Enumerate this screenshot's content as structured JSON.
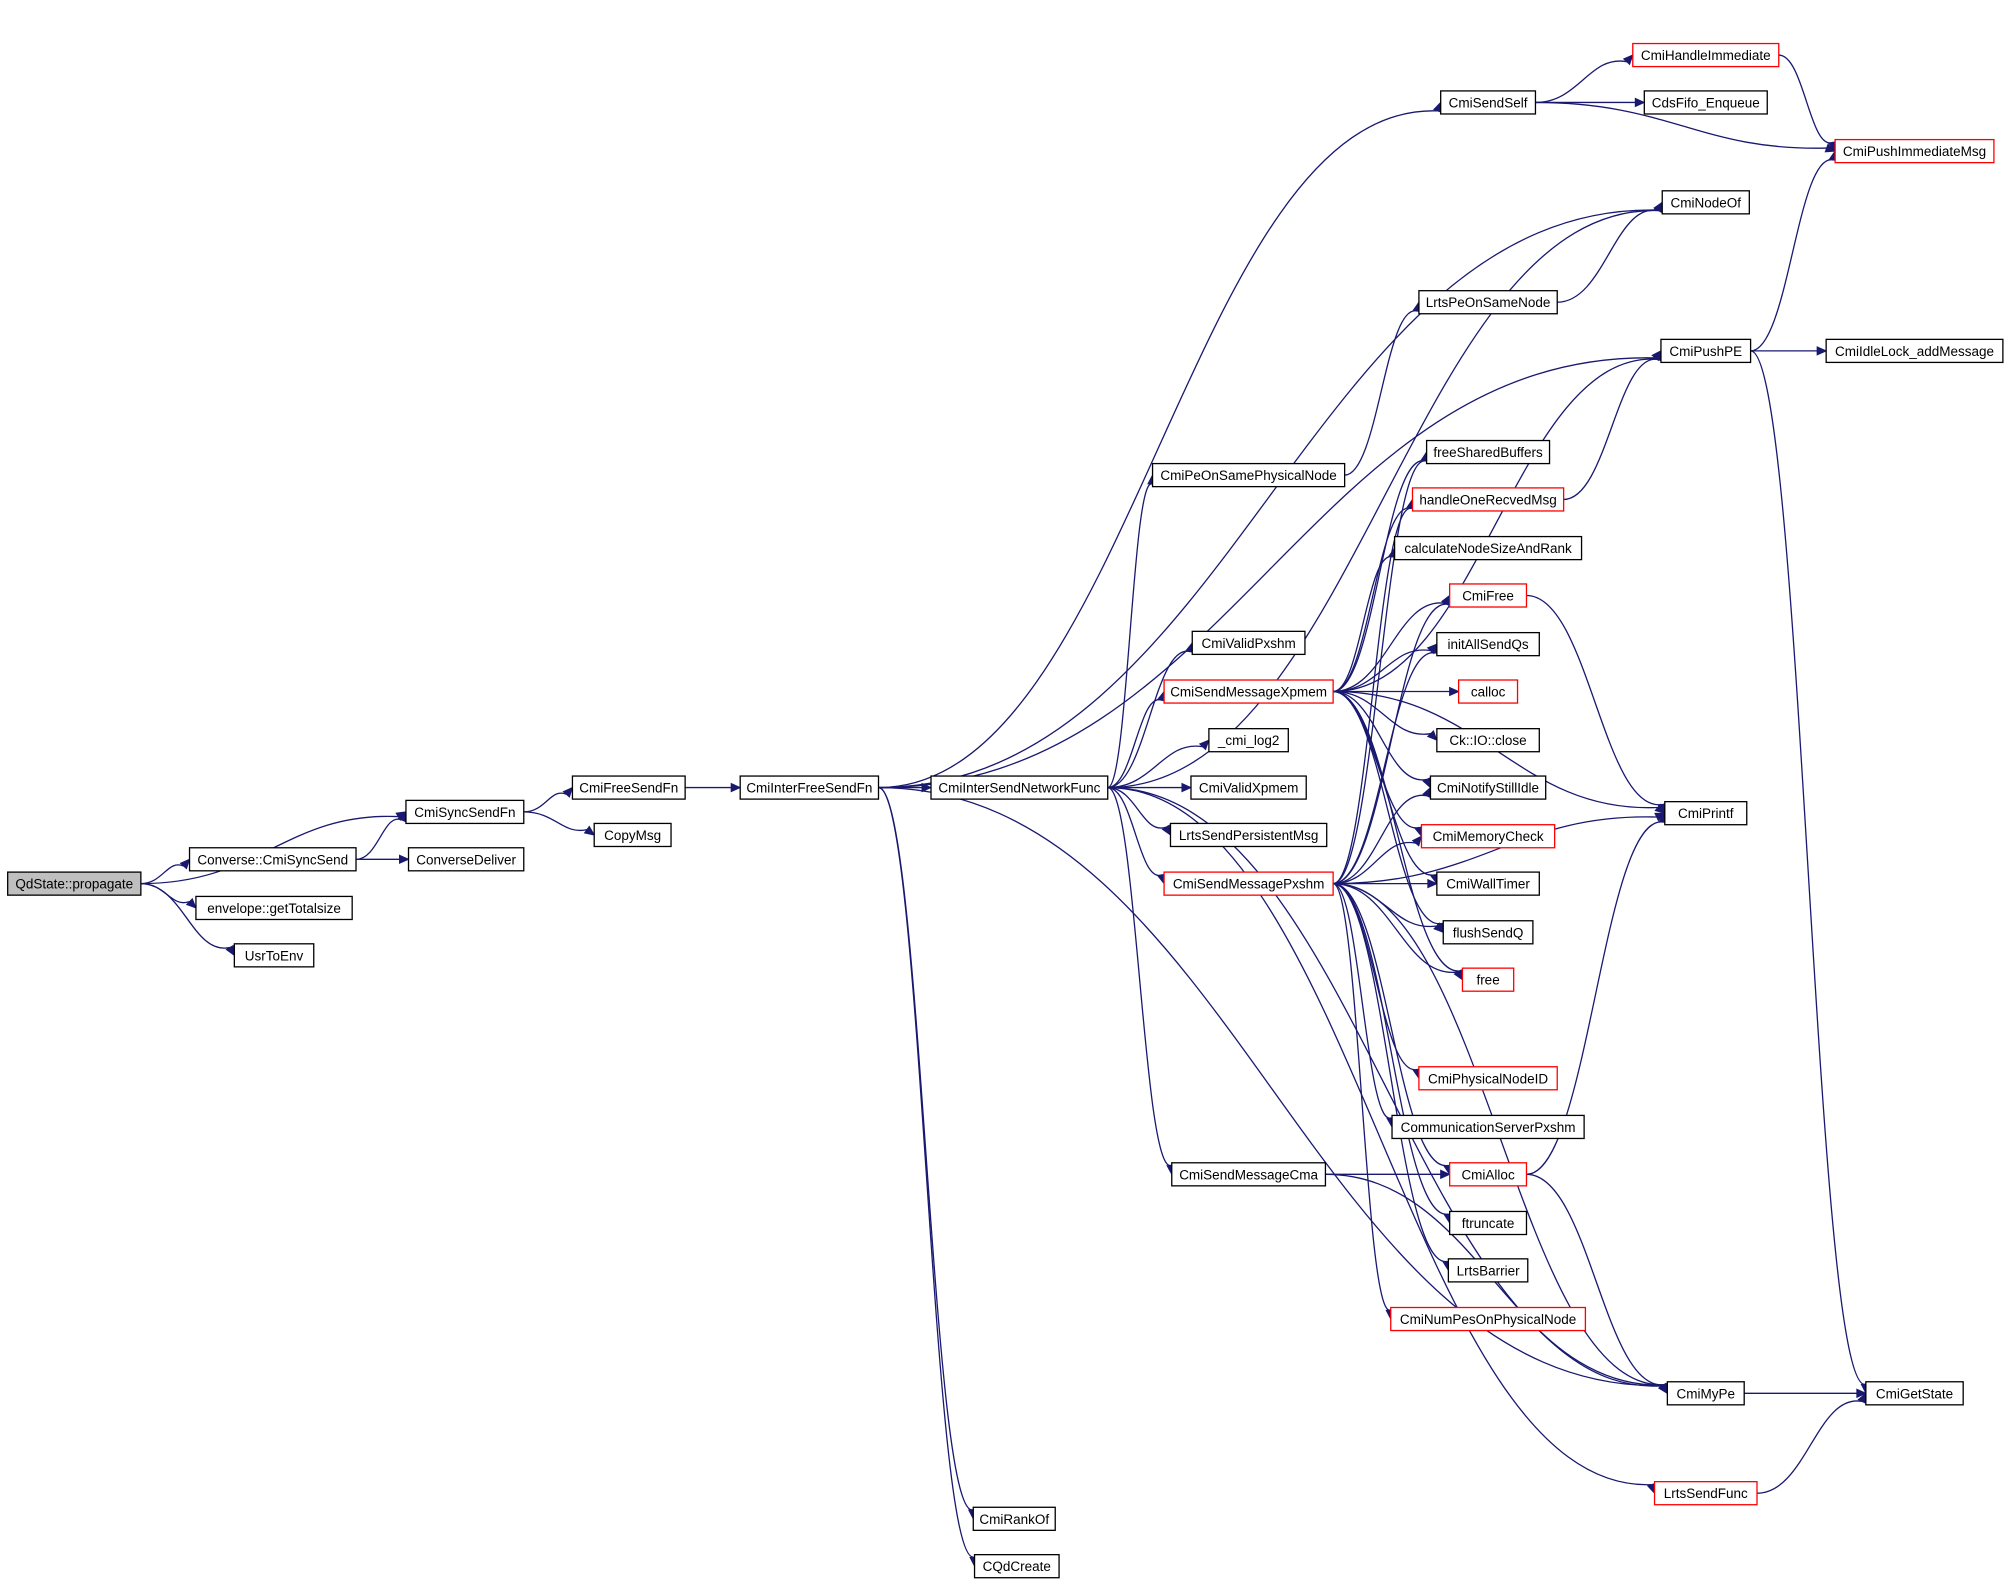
{
  "graph": {
    "root": "QdState::propagate",
    "nodes": [
      {
        "id": "qdstate_propagate",
        "label": "QdState::propagate",
        "style": "root"
      },
      {
        "id": "cmisyncsendfn",
        "label": "CmiSyncSendFn",
        "style": "normal"
      },
      {
        "id": "converse_cmisyncsend",
        "label": "Converse::CmiSyncSend",
        "style": "normal"
      },
      {
        "id": "conversedeliver",
        "label": "ConverseDeliver",
        "style": "normal"
      },
      {
        "id": "envelope_gettotalsize",
        "label": "envelope::getTotalsize",
        "style": "normal"
      },
      {
        "id": "usrtoenv",
        "label": "UsrToEnv",
        "style": "normal"
      },
      {
        "id": "cmifreesendfn",
        "label": "CmiFreeSendFn",
        "style": "normal"
      },
      {
        "id": "copymsg",
        "label": "CopyMsg",
        "style": "normal"
      },
      {
        "id": "cmiinterfreesendfn",
        "label": "CmiInterFreeSendFn",
        "style": "normal"
      },
      {
        "id": "cmiintersendnetworkfunc",
        "label": "CmiInterSendNetworkFunc",
        "style": "normal"
      },
      {
        "id": "cmirankof",
        "label": "CmiRankOf",
        "style": "normal"
      },
      {
        "id": "cqdcreate",
        "label": "CQdCreate",
        "style": "normal"
      },
      {
        "id": "cmisendself",
        "label": "CmiSendSelf",
        "style": "normal"
      },
      {
        "id": "cminodeof",
        "label": "CmiNodeOf",
        "style": "normal"
      },
      {
        "id": "cmipushpe",
        "label": "CmiPushPE",
        "style": "normal"
      },
      {
        "id": "cmimype",
        "label": "CmiMyPe",
        "style": "normal"
      },
      {
        "id": "lrtssendfunc",
        "label": "LrtsSendFunc",
        "style": "red"
      },
      {
        "id": "cmipeonsamephysicalnode",
        "label": "CmiPeOnSamePhysicalNode",
        "style": "normal"
      },
      {
        "id": "cmivalidpxshm",
        "label": "CmiValidPxshm",
        "style": "normal"
      },
      {
        "id": "cmisendmessagexpmem",
        "label": "CmiSendMessageXpmem",
        "style": "red"
      },
      {
        "id": "cmi_log2",
        "label": "_cmi_log2",
        "style": "normal"
      },
      {
        "id": "cmivalidxpmem",
        "label": "CmiValidXpmem",
        "style": "normal"
      },
      {
        "id": "lrtssendpersistentmsg",
        "label": "LrtsSendPersistentMsg",
        "style": "normal"
      },
      {
        "id": "cmisendmessagepxshm",
        "label": "CmiSendMessagePxshm",
        "style": "red"
      },
      {
        "id": "cmisendmessagecma",
        "label": "CmiSendMessageCma",
        "style": "normal"
      },
      {
        "id": "cmihandleimmediate",
        "label": "CmiHandleImmediate",
        "style": "red"
      },
      {
        "id": "cdsfifo_enqueue",
        "label": "CdsFifo_Enqueue",
        "style": "normal"
      },
      {
        "id": "cmipushimmediatemsg",
        "label": "CmiPushImmediateMsg",
        "style": "red"
      },
      {
        "id": "lrtspeonsamenode",
        "label": "LrtsPeOnSameNode",
        "style": "normal"
      },
      {
        "id": "freesharedbuffers",
        "label": "freeSharedBuffers",
        "style": "normal"
      },
      {
        "id": "handleonerecvedmsg",
        "label": "handleOneRecvedMsg",
        "style": "red"
      },
      {
        "id": "calculatenodesizeandrank",
        "label": "calculateNodeSizeAndRank",
        "style": "normal"
      },
      {
        "id": "cmifree",
        "label": "CmiFree",
        "style": "red"
      },
      {
        "id": "initallsendqs",
        "label": "initAllSendQs",
        "style": "normal"
      },
      {
        "id": "calloc",
        "label": "calloc",
        "style": "red"
      },
      {
        "id": "ck_io_close",
        "label": "Ck::IO::close",
        "style": "normal"
      },
      {
        "id": "cminotifystillidle",
        "label": "CmiNotifyStillIdle",
        "style": "normal"
      },
      {
        "id": "cmimemorycheck",
        "label": "CmiMemoryCheck",
        "style": "red"
      },
      {
        "id": "cmiwalltimer",
        "label": "CmiWallTimer",
        "style": "normal"
      },
      {
        "id": "flushsendq",
        "label": "flushSendQ",
        "style": "normal"
      },
      {
        "id": "free",
        "label": "free",
        "style": "red"
      },
      {
        "id": "cmiphysicalnodeid",
        "label": "CmiPhysicalNodeID",
        "style": "red"
      },
      {
        "id": "communicationserverpxshm",
        "label": "CommunicationServerPxshm",
        "style": "normal"
      },
      {
        "id": "cmialloc",
        "label": "CmiAlloc",
        "style": "red"
      },
      {
        "id": "ftruncate",
        "label": "ftruncate",
        "style": "normal"
      },
      {
        "id": "lrtsbarrier",
        "label": "LrtsBarrier",
        "style": "normal"
      },
      {
        "id": "cminumpesonphysicalnode",
        "label": "CmiNumPesOnPhysicalNode",
        "style": "red"
      },
      {
        "id": "cmiprintf",
        "label": "CmiPrintf",
        "style": "normal"
      },
      {
        "id": "cmiidlelock_addmessage",
        "label": "CmiIdleLock_addMessage",
        "style": "normal"
      },
      {
        "id": "cmigetstate",
        "label": "CmiGetState",
        "style": "normal"
      }
    ],
    "edges": [
      [
        "qdstate_propagate",
        "cmisyncsendfn"
      ],
      [
        "qdstate_propagate",
        "converse_cmisyncsend"
      ],
      [
        "qdstate_propagate",
        "envelope_gettotalsize"
      ],
      [
        "qdstate_propagate",
        "usrtoenv"
      ],
      [
        "converse_cmisyncsend",
        "cmisyncsendfn"
      ],
      [
        "converse_cmisyncsend",
        "conversedeliver"
      ],
      [
        "cmisyncsendfn",
        "cmifreesendfn"
      ],
      [
        "cmisyncsendfn",
        "copymsg"
      ],
      [
        "cmifreesendfn",
        "cmiinterfreesendfn"
      ],
      [
        "cmiinterfreesendfn",
        "cmiintersendnetworkfunc"
      ],
      [
        "cmiinterfreesendfn",
        "cmisendself"
      ],
      [
        "cmiinterfreesendfn",
        "cminodeof"
      ],
      [
        "cmiinterfreesendfn",
        "cmipushpe"
      ],
      [
        "cmiinterfreesendfn",
        "cmimype"
      ],
      [
        "cmiinterfreesendfn",
        "cmirankof"
      ],
      [
        "cmiinterfreesendfn",
        "cqdcreate"
      ],
      [
        "cmiintersendnetworkfunc",
        "cmipeonsamephysicalnode"
      ],
      [
        "cmiintersendnetworkfunc",
        "cmivalidpxshm"
      ],
      [
        "cmiintersendnetworkfunc",
        "cmisendmessagexpmem"
      ],
      [
        "cmiintersendnetworkfunc",
        "cmi_log2"
      ],
      [
        "cmiintersendnetworkfunc",
        "cmivalidxpmem"
      ],
      [
        "cmiintersendnetworkfunc",
        "lrtssendpersistentmsg"
      ],
      [
        "cmiintersendnetworkfunc",
        "cmisendmessagepxshm"
      ],
      [
        "cmiintersendnetworkfunc",
        "cmisendmessagecma"
      ],
      [
        "cmiintersendnetworkfunc",
        "cminodeof"
      ],
      [
        "cmiintersendnetworkfunc",
        "cmimype"
      ],
      [
        "cmiintersendnetworkfunc",
        "lrtssendfunc"
      ],
      [
        "cmisendself",
        "cmihandleimmediate"
      ],
      [
        "cmisendself",
        "cdsfifo_enqueue"
      ],
      [
        "cmisendself",
        "cmipushimmediatemsg"
      ],
      [
        "cmihandleimmediate",
        "cmipushimmediatemsg"
      ],
      [
        "cmipeonsamephysicalnode",
        "lrtspeonsamenode"
      ],
      [
        "lrtspeonsamenode",
        "cminodeof"
      ],
      [
        "cmipushpe",
        "cmipushimmediatemsg"
      ],
      [
        "cmipushpe",
        "cmiidlelock_addmessage"
      ],
      [
        "cmipushpe",
        "cmigetstate"
      ],
      [
        "cmisendmessagexpmem",
        "cmipushpe"
      ],
      [
        "cmisendmessagexpmem",
        "freesharedbuffers"
      ],
      [
        "cmisendmessagexpmem",
        "handleonerecvedmsg"
      ],
      [
        "cmisendmessagexpmem",
        "calculatenodesizeandrank"
      ],
      [
        "cmisendmessagexpmem",
        "cmifree"
      ],
      [
        "cmisendmessagexpmem",
        "initallsendqs"
      ],
      [
        "cmisendmessagexpmem",
        "calloc"
      ],
      [
        "cmisendmessagexpmem",
        "ck_io_close"
      ],
      [
        "cmisendmessagexpmem",
        "cminotifystillidle"
      ],
      [
        "cmisendmessagexpmem",
        "cmimemorycheck"
      ],
      [
        "cmisendmessagexpmem",
        "cmiwalltimer"
      ],
      [
        "cmisendmessagexpmem",
        "flushsendq"
      ],
      [
        "cmisendmessagexpmem",
        "free"
      ],
      [
        "cmisendmessagexpmem",
        "cmiprintf"
      ],
      [
        "cmisendmessagepxshm",
        "freesharedbuffers"
      ],
      [
        "cmisendmessagepxshm",
        "handleonerecvedmsg"
      ],
      [
        "cmisendmessagepxshm",
        "cmifree"
      ],
      [
        "cmisendmessagepxshm",
        "initallsendqs"
      ],
      [
        "cmisendmessagepxshm",
        "cminotifystillidle"
      ],
      [
        "cmisendmessagepxshm",
        "cmimemorycheck"
      ],
      [
        "cmisendmessagepxshm",
        "cmiwalltimer"
      ],
      [
        "cmisendmessagepxshm",
        "flushsendq"
      ],
      [
        "cmisendmessagepxshm",
        "free"
      ],
      [
        "cmisendmessagepxshm",
        "cmiphysicalnodeid"
      ],
      [
        "cmisendmessagepxshm",
        "communicationserverpxshm"
      ],
      [
        "cmisendmessagepxshm",
        "cmialloc"
      ],
      [
        "cmisendmessagepxshm",
        "ftruncate"
      ],
      [
        "cmisendmessagepxshm",
        "lrtsbarrier"
      ],
      [
        "cmisendmessagepxshm",
        "cminumpesonphysicalnode"
      ],
      [
        "cmisendmessagepxshm",
        "cmiprintf"
      ],
      [
        "cmisendmessagepxshm",
        "cmimype"
      ],
      [
        "cmisendmessagecma",
        "cmialloc"
      ],
      [
        "cmisendmessagecma",
        "cmimype"
      ],
      [
        "handleonerecvedmsg",
        "cmipushpe"
      ],
      [
        "cmifree",
        "cmiprintf"
      ],
      [
        "cmialloc",
        "cmiprintf"
      ],
      [
        "cmialloc",
        "cmimype"
      ],
      [
        "cmimype",
        "cmigetstate"
      ],
      [
        "lrtssendfunc",
        "cmigetstate"
      ]
    ]
  }
}
